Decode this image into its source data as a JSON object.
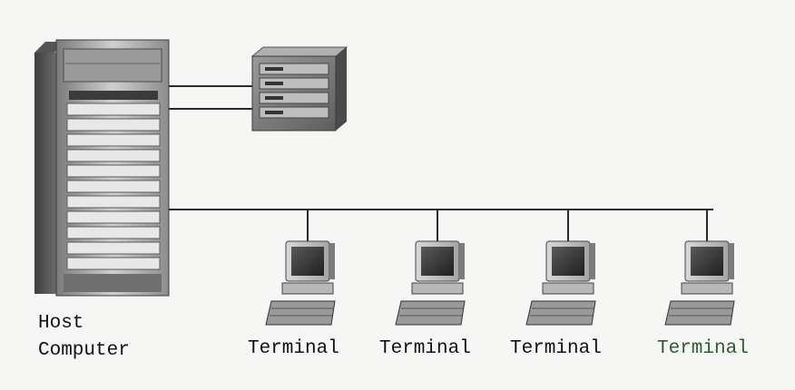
{
  "host": {
    "label_line1": "Host",
    "label_line2": "Computer"
  },
  "terminals": [
    {
      "label": "Terminal"
    },
    {
      "label": "Terminal"
    },
    {
      "label": "Terminal"
    },
    {
      "label": "Terminal",
      "label_color": "#2f5a34"
    }
  ]
}
